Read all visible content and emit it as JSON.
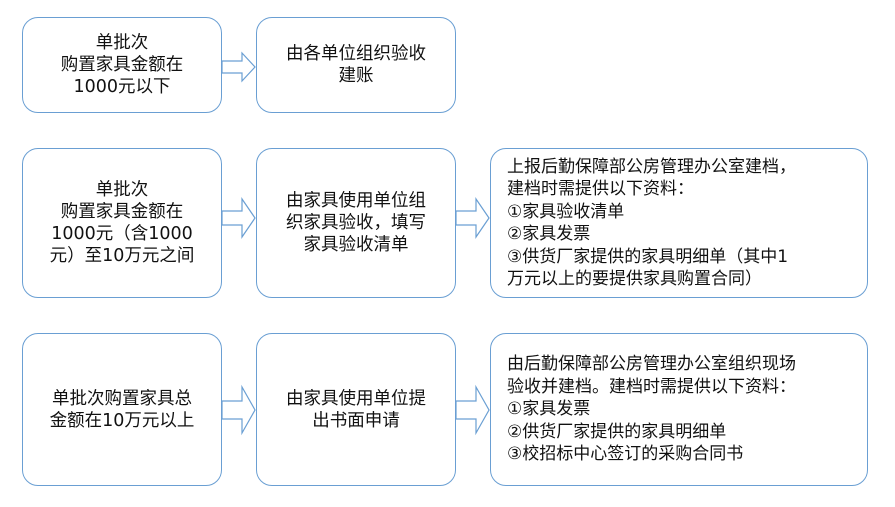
{
  "rows": [
    {
      "condition": "单批次\n购置家具金额在\n1000元以下",
      "action": "由各单位组织验收\n建账"
    },
    {
      "condition": "单批次\n购置家具金额在\n1000元（含1000\n元）至10万元之间",
      "action": "由家具使用单位组\n织家具验收，填写\n家具验收清单",
      "result": "上报后勤保障部公房管理办公室建档，\n建档时需提供以下资料：\n①家具验收清单\n②家具发票\n③供货厂家提供的家具明细单（其中1\n万元以上的要提供家具购置合同）"
    },
    {
      "condition": "单批次购置家具总\n金额在10万元以上",
      "action": "由家具使用单位提\n出书面申请",
      "result": "由后勤保障部公房管理办公室组织现场\n验收并建档。建档时需提供以下资料：\n①家具发票\n②供货厂家提供的家具明细单\n③校招标中心签订的采购合同书"
    }
  ],
  "colors": {
    "border": "#6a9fd3"
  }
}
